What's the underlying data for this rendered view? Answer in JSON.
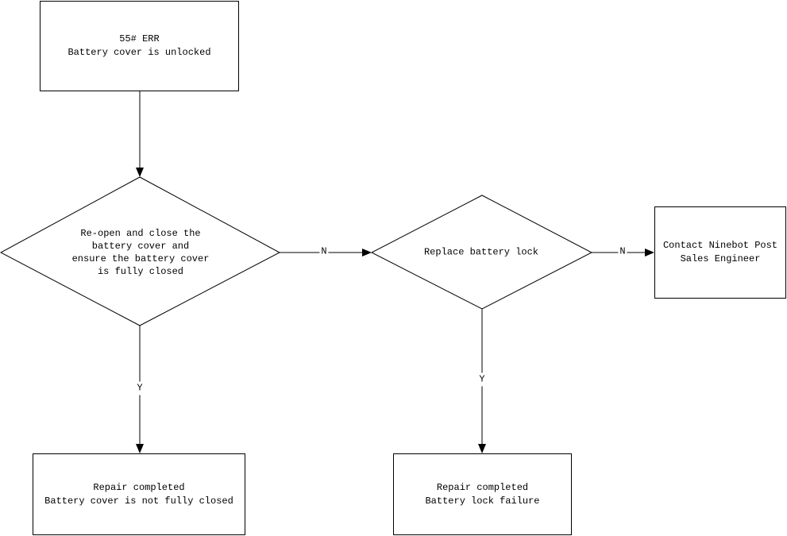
{
  "flowchart": {
    "nodes": {
      "error": {
        "type": "process",
        "text": "55# ERR\nBattery cover is unlocked"
      },
      "check_cover": {
        "type": "decision",
        "text": "Re-open and close the\nbattery cover and\nensure the battery cover\nis fully closed"
      },
      "check_lock": {
        "type": "decision",
        "text": "Replace battery lock"
      },
      "contact_engineer": {
        "type": "process",
        "text": "Contact Ninebot Post\nSales Engineer"
      },
      "repair_cover": {
        "type": "process",
        "text": "Repair completed\nBattery cover is not fully closed"
      },
      "repair_lock": {
        "type": "process",
        "text": "Repair completed\nBattery lock failure"
      }
    },
    "edges": [
      {
        "from": "error",
        "to": "check_cover",
        "label": ""
      },
      {
        "from": "check_cover",
        "to": "check_lock",
        "label": "N"
      },
      {
        "from": "check_cover",
        "to": "repair_cover",
        "label": "Y"
      },
      {
        "from": "check_lock",
        "to": "contact_engineer",
        "label": "N"
      },
      {
        "from": "check_lock",
        "to": "repair_lock",
        "label": "Y"
      }
    ],
    "colors": {
      "stroke": "#000000",
      "fill": "#ffffff",
      "text": "#000000"
    }
  }
}
